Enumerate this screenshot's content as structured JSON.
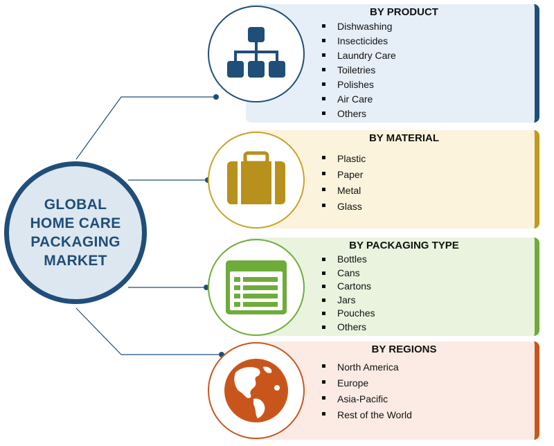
{
  "hub": {
    "title": "GLOBAL HOME CARE PACKAGING MARKET"
  },
  "segments": [
    {
      "title": "BY PRODUCT",
      "icon": "hierarchy-icon",
      "color": "#1f4e79",
      "items": [
        "Dishwashing",
        "Insecticides",
        "Laundry Care",
        "Toiletries",
        "Polishes",
        "Air Care",
        "Others"
      ]
    },
    {
      "title": "BY MATERIAL",
      "icon": "suitcase-icon",
      "color": "#c09a1c",
      "items": [
        "Plastic",
        "Paper",
        "Metal",
        "Glass"
      ]
    },
    {
      "title": "BY PACKAGING TYPE",
      "icon": "list-window-icon",
      "color": "#6fab3a",
      "items": [
        "Bottles",
        "Cans",
        "Cartons",
        "Jars",
        "Pouches",
        "Others"
      ]
    },
    {
      "title": "BY REGIONS",
      "icon": "globe-icon",
      "color": "#c8561c",
      "items": [
        "North America",
        "Europe",
        "Asia-Pacific",
        "Rest of the World"
      ]
    }
  ]
}
